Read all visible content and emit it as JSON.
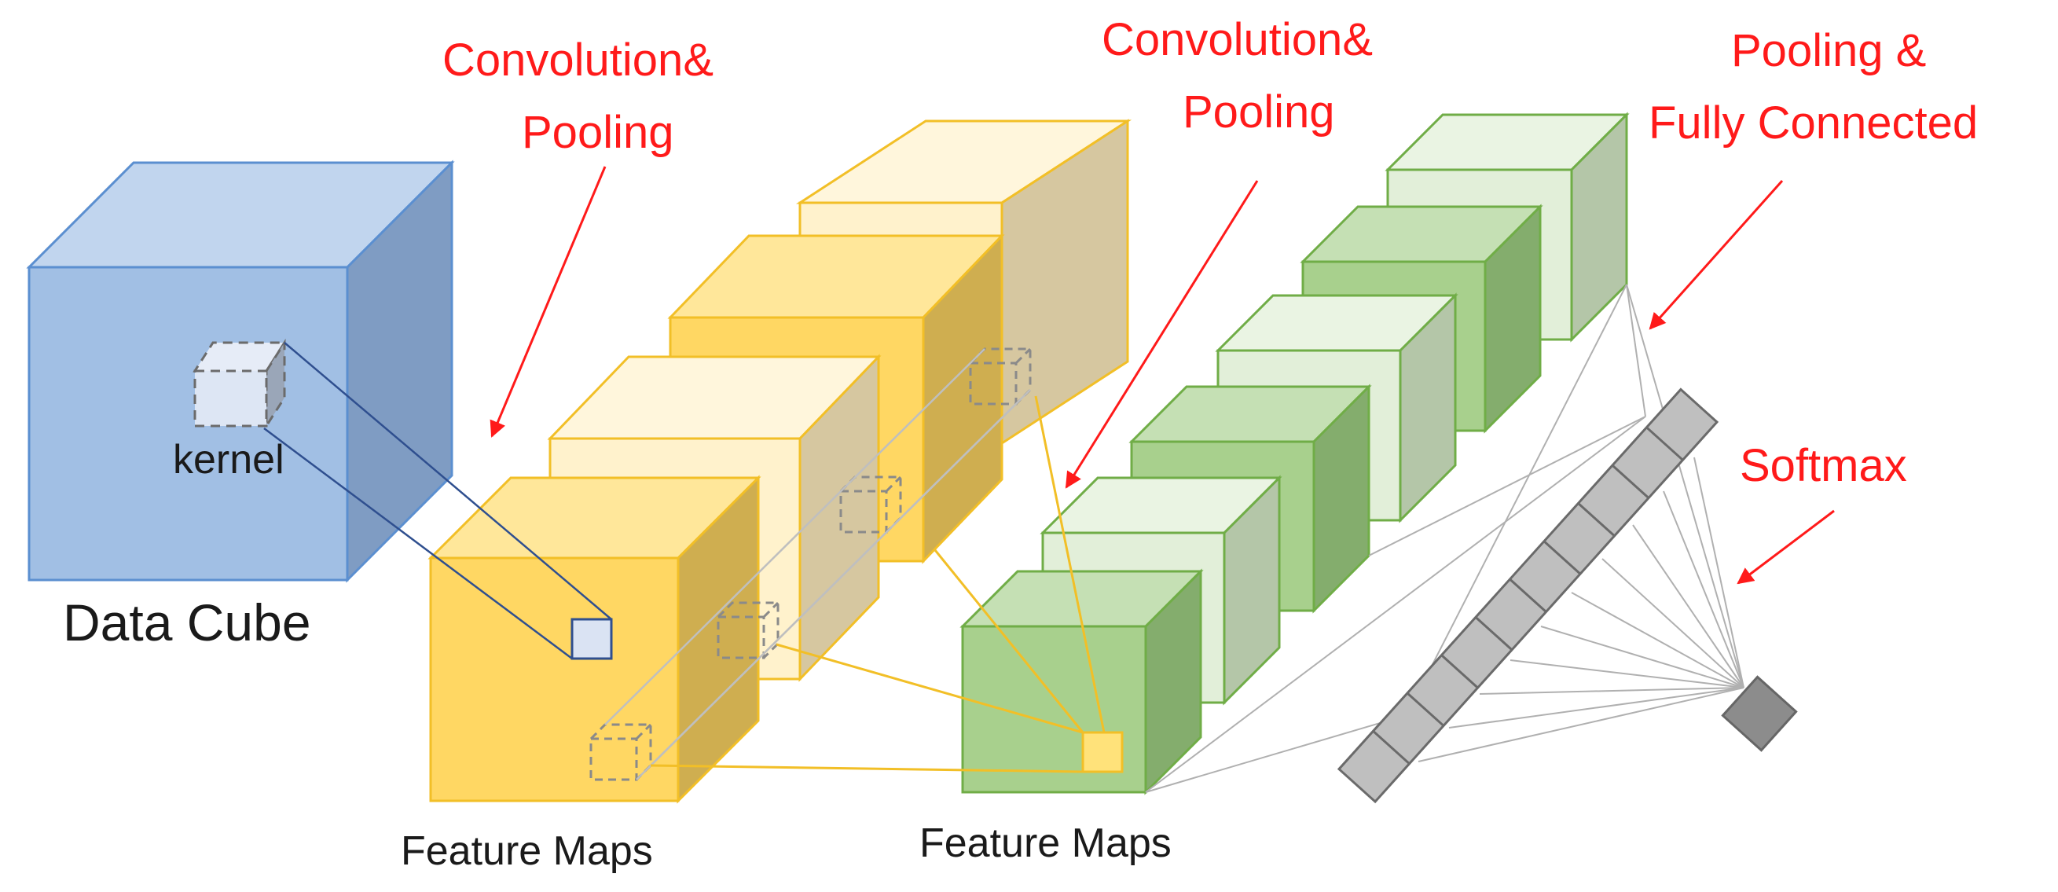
{
  "annotations": {
    "conv_pool_1": [
      "Convolution&",
      "Pooling"
    ],
    "conv_pool_2": [
      "Convolution&",
      "Pooling"
    ],
    "pool_fc": [
      "Pooling &",
      "Fully Connected"
    ],
    "softmax": "Softmax"
  },
  "labels": {
    "data_cube": "Data Cube",
    "kernel": "kernel",
    "feature_maps_1": "Feature Maps",
    "feature_maps_2": "Feature Maps"
  },
  "colors": {
    "blue_front": "#a1bfe4",
    "blue_top": "#c1d5ee",
    "blue_side": "#7f9cc3",
    "blue_stroke": "#5b8fd0",
    "yellow_dark_front": "#ffd763",
    "yellow_dark_top": "#ffe79a",
    "yellow_dark_side": "#cfae50",
    "yellow_light_front": "#fff2cc",
    "yellow_light_top": "#fff6dc",
    "yellow_light_side": "#d6c7a0",
    "yellow_stroke": "#f2bf27",
    "green_dark_front": "#a8d08d",
    "green_dark_top": "#c5e0b4",
    "green_dark_side": "#84ad6d",
    "green_light_front": "#e2efd9",
    "green_light_top": "#eaf4e3",
    "green_light_side": "#b4c6a8",
    "green_stroke": "#70ad47",
    "gray_cell": "#bfbfbf",
    "gray_output": "#8c8c8c",
    "annotation_red": "#ff1a1a"
  }
}
